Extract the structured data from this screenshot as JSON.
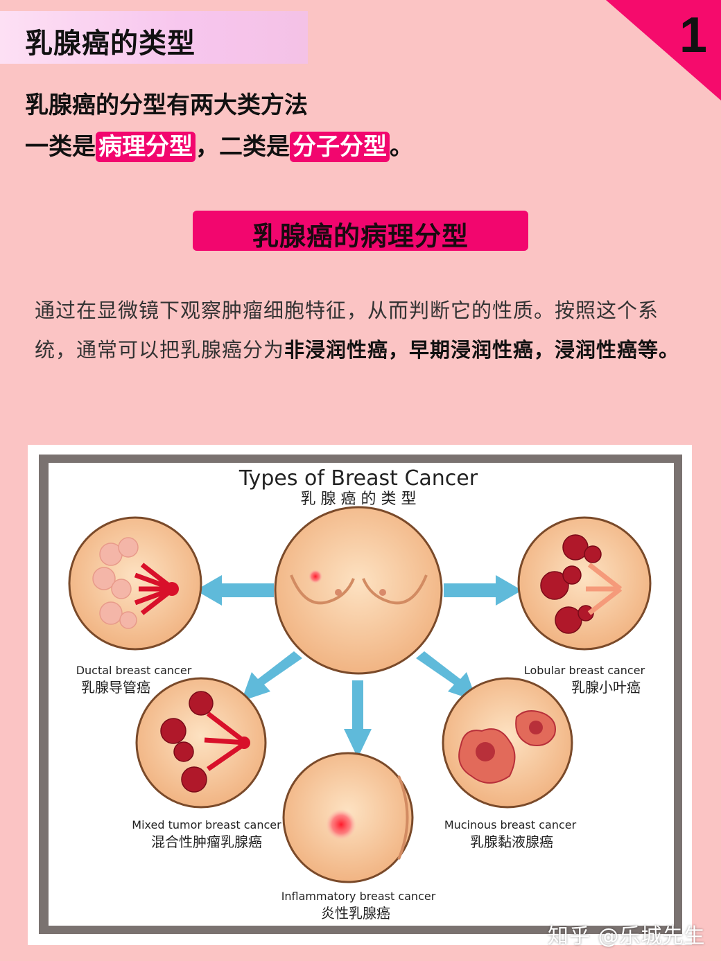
{
  "header": {
    "title": "乳腺癌的类型",
    "page_number": "1"
  },
  "intro": {
    "line1": "乳腺癌的分型有两大类方法",
    "line2_a": "一类是",
    "highlight1": "病理分型",
    "line2_b": "，二类是",
    "highlight2": "分子分型",
    "line2_c": "。"
  },
  "section": {
    "title": "乳腺癌的病理分型"
  },
  "paragraph": {
    "text_a": "通过在显微镜下观察肿瘤细胞特征，从而判断它的性质。按照这个系统，通常可以把乳腺癌分为",
    "bold": "非浸润性癌，早期浸润性癌，浸润性癌等。"
  },
  "figure": {
    "title_en": "Types of Breast Cancer",
    "title_zh": "乳 腺 癌 的 类 型",
    "types": [
      {
        "en": "Ductal breast cancer",
        "zh": "乳腺导管癌"
      },
      {
        "en": "Lobular breast cancer",
        "zh": "乳腺小叶癌"
      },
      {
        "en": "Mixed tumor breast cancer",
        "zh": "混合性肿瘤乳腺癌"
      },
      {
        "en": "Inflammatory breast cancer",
        "zh": "炎性乳腺癌"
      },
      {
        "en": "Mucinous breast cancer",
        "zh": "乳腺黏液腺癌"
      }
    ]
  },
  "watermark": "知乎 @乐城先生",
  "colors": {
    "accent": "#f2066e",
    "background": "#fbc4c4",
    "arrow": "#3aa6cc"
  }
}
